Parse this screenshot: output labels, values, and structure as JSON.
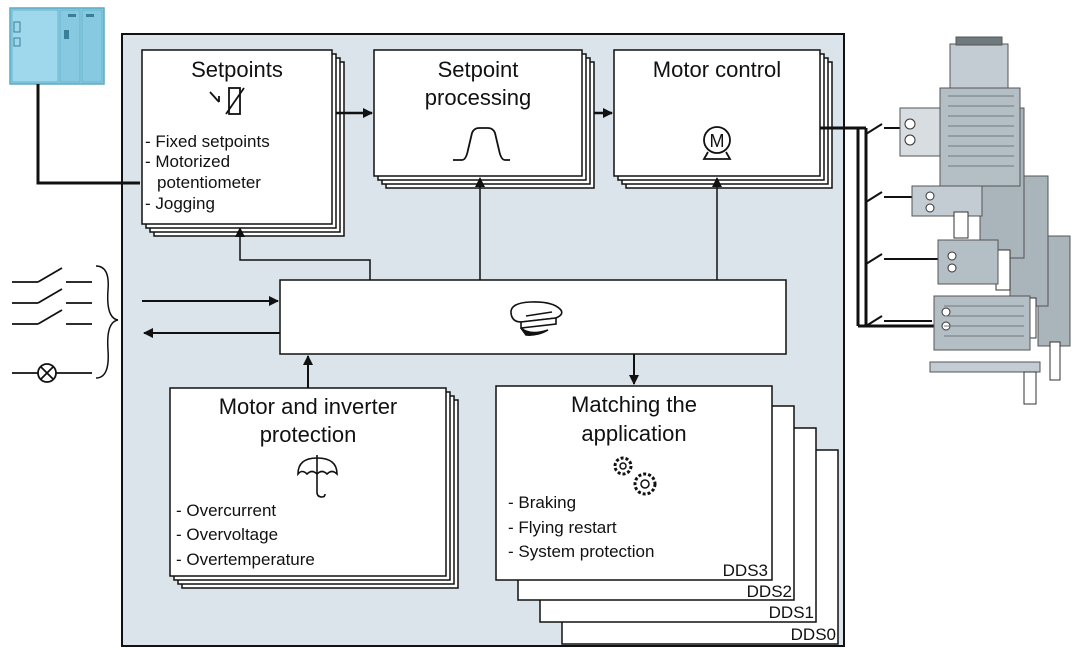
{
  "colors": {
    "panel_bg": "#dbe4ea",
    "device_fill": "#8fd0e6",
    "motor_fill": "#a9b4bb",
    "line": "#111111"
  },
  "blocks": {
    "setpoints": {
      "title": "Setpoints",
      "icon": "potentiometer-icon",
      "items": [
        "- Fixed setpoints",
        "- Motorized",
        "potentiometer",
        "- Jogging"
      ]
    },
    "setpoint_processing": {
      "title_line1": "Setpoint",
      "title_line2": "processing",
      "icon": "ramp-icon"
    },
    "motor_control": {
      "title": "Motor control",
      "icon": "motor-icon",
      "icon_label": "M"
    },
    "central": {
      "icon": "captain-hat-icon"
    },
    "motor_inverter_protection": {
      "title_line1": "Motor and inverter",
      "title_line2": "protection",
      "icon": "umbrella-icon",
      "items": [
        "- Overcurrent",
        "- Overvoltage",
        "- Overtemperature"
      ]
    },
    "matching_application": {
      "title_line1": "Matching the",
      "title_line2": "application",
      "icon": "gears-icon",
      "items": [
        "- Braking",
        "- Flying restart",
        "- System protection"
      ],
      "datasets": [
        "DDS3",
        "DDS2",
        "DDS1",
        "DDS0"
      ]
    }
  },
  "external": {
    "controller": "plc-controller-icon",
    "io_switches": "digital-inputs-icon",
    "io_lamp": "signal-lamp-icon",
    "motors": "motor-group-icon"
  }
}
